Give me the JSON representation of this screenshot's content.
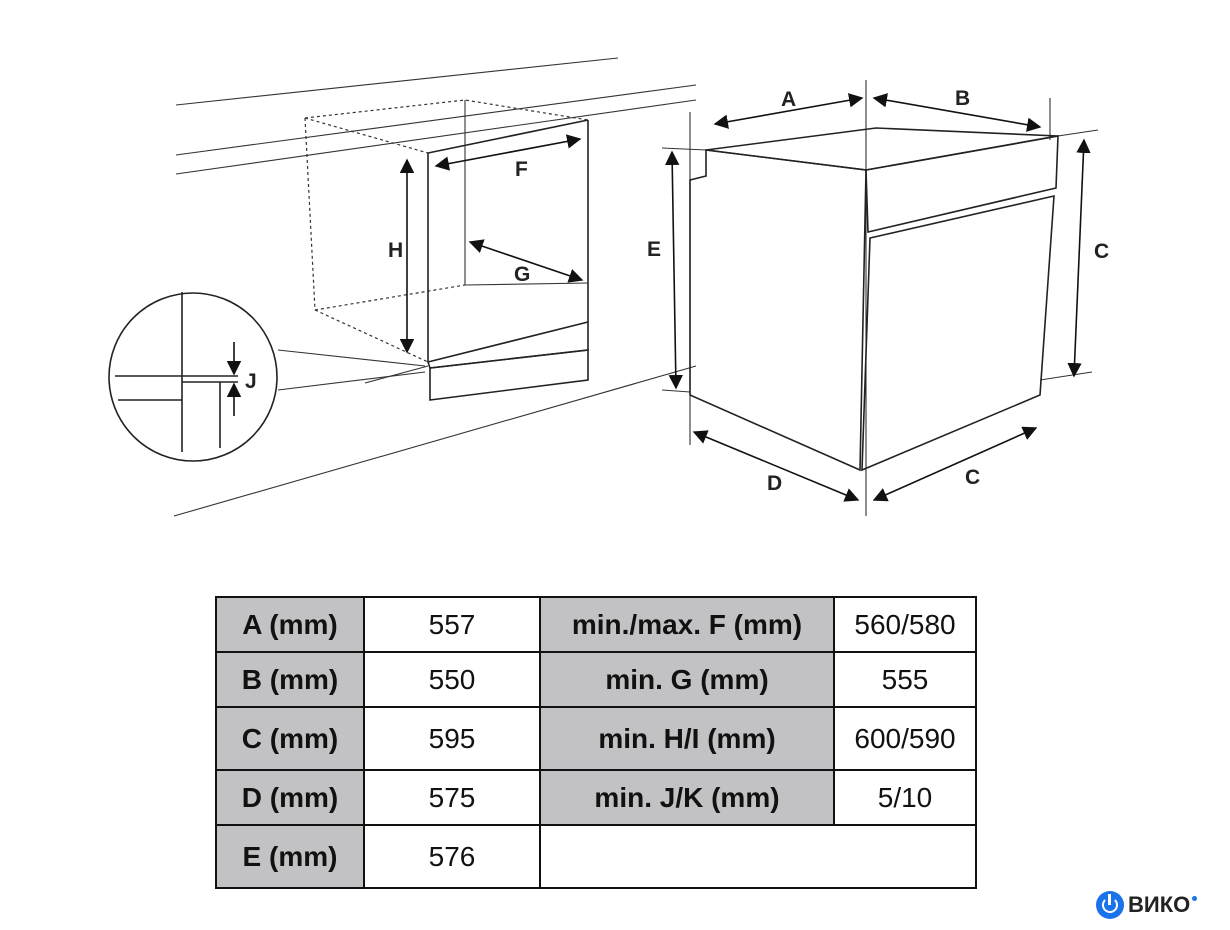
{
  "diagram": {
    "labels": {
      "A": "A",
      "B": "B",
      "C_height": "C",
      "C_width": "C",
      "D": "D",
      "E": "E",
      "F": "F",
      "G": "G",
      "H": "H",
      "J": "J"
    }
  },
  "table": {
    "rows": [
      {
        "label1": "A (mm)",
        "value1": "557",
        "label2": "min./max. F (mm)",
        "value2": "560/580"
      },
      {
        "label1": "B (mm)",
        "value1": "550",
        "label2": "min. G (mm)",
        "value2": "555"
      },
      {
        "label1": "C (mm)",
        "value1": "595",
        "label2": "min. H/I (mm)",
        "value2": "600/590"
      },
      {
        "label1": "D (mm)",
        "value1": "575",
        "label2": "min. J/K (mm)",
        "value2": "5/10"
      },
      {
        "label1": "E (mm)",
        "value1": "576"
      }
    ]
  },
  "logo": {
    "brand": "ВИКО",
    "color": "#1a73e8"
  }
}
